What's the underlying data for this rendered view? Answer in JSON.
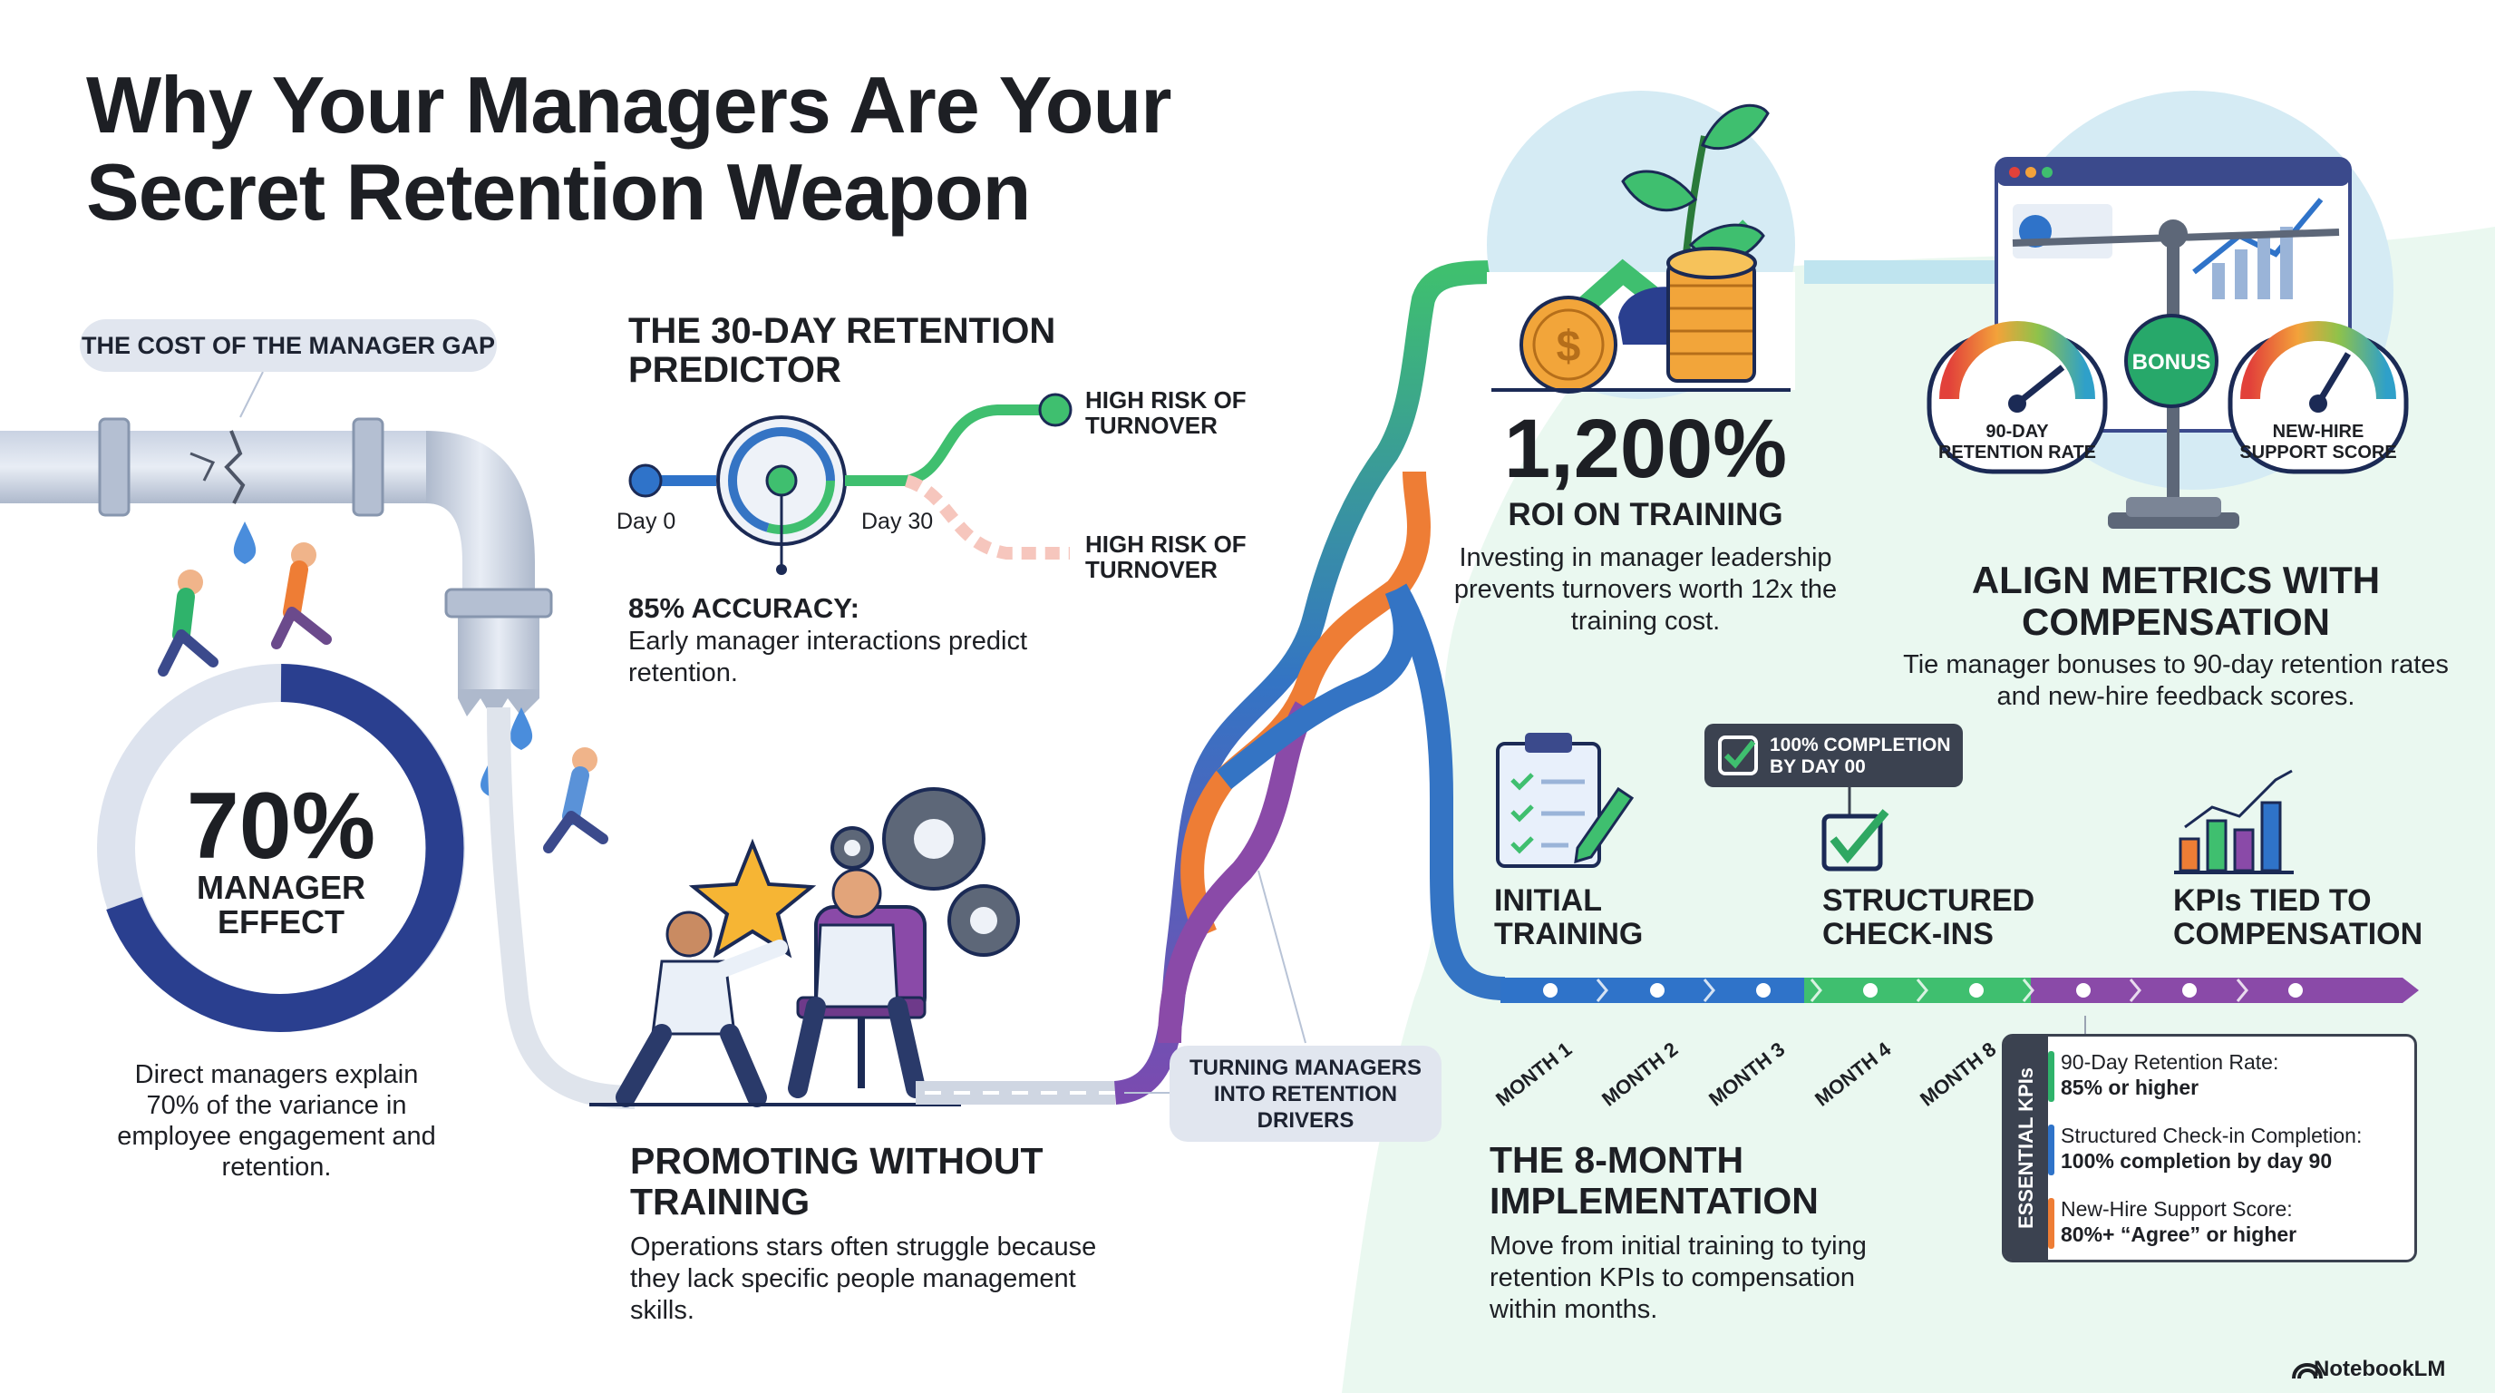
{
  "title": "Why Your Managers Are Your Secret Retention Weapon",
  "cost_gap": {
    "label": "THE COST OF THE MANAGER GAP",
    "stat": "70%",
    "stat_label": "MANAGER EFFECT",
    "description": "Direct managers explain 70% of the variance in employee engagement and retention."
  },
  "predictor": {
    "heading": "THE 30-DAY RETENTION PREDICTOR",
    "day_start": "Day 0",
    "day_end": "Day 30",
    "risk_top": "HIGH RISK OF TURNOVER",
    "risk_bottom": "HIGH RISK OF TURNOVER",
    "accuracy_heading": "85% ACCURACY:",
    "accuracy_text": "Early manager interactions predict retention."
  },
  "promoting": {
    "heading": "PROMOTING WITHOUT TRAINING",
    "text": "Operations stars often struggle because they lack specific people management skills."
  },
  "turning_label": "TURNING MANAGERS INTO RETENTION DRIVERS",
  "roi": {
    "stat": "1,200%",
    "heading": "ROI ON TRAINING",
    "text": "Investing in manager leadership prevents turnovers worth 12x the training cost."
  },
  "align": {
    "bonus_label": "BONUS",
    "gauge_left": "90-DAY RETENTION RATE",
    "gauge_right": "NEW-HIRE SUPPORT SCORE",
    "heading": "ALIGN METRICS WITH COMPENSATION",
    "text": "Tie manager bonuses to 90-day retention rates and new-hire feedback scores."
  },
  "implementation": {
    "callout": "100% COMPLETION BY DAY 00",
    "steps": [
      "INITIAL TRAINING",
      "STRUCTURED CHECK-INS",
      "KPIs TIED TO COMPENSATION"
    ],
    "months": [
      "MONTH 1",
      "MONTH 2",
      "MONTH 3",
      "MONTH 4",
      "MONTH 8"
    ],
    "heading": "THE 8-MONTH IMPLEMENTATION",
    "text": "Move from initial training to tying retention KPIs to compensation within months."
  },
  "kpis": {
    "side_label": "ESSENTIAL KPIs",
    "items": [
      {
        "name": "90-Day Retention Rate:",
        "value": "85% or higher",
        "color": "#2fb36b"
      },
      {
        "name": "Structured Check-in Completion:",
        "value": "100% completion by day 90",
        "color": "#2f73c9"
      },
      {
        "name": "New-Hire Support Score:",
        "value": "80%+ “Agree” or higher",
        "color": "#ee7d35"
      }
    ]
  },
  "brand": "NotebookLM",
  "colors": {
    "green": "#3fbf6f",
    "blue": "#2f73c9",
    "purple": "#8a4aa8",
    "orange": "#ee7d35",
    "navy": "#2a3f8f",
    "mint_bg": "#eaf8f0"
  }
}
